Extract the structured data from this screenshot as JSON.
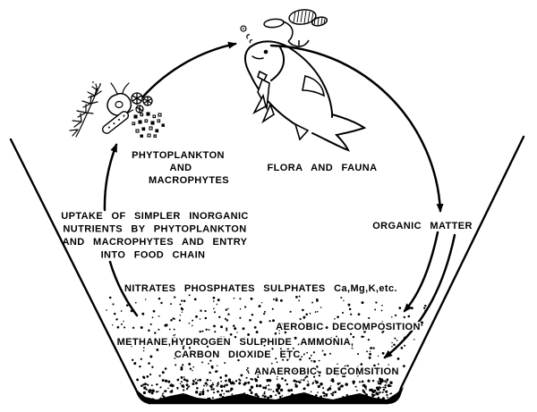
{
  "figure": {
    "kind": "pond-nutrient-cycle-diagram",
    "colors": {
      "ink": "#000000",
      "paper": "#ffffff"
    }
  },
  "labels": {
    "phytoplankton_line1": "PHYTOPLANKTON",
    "phytoplankton_line2": "AND",
    "phytoplankton_line3": "MACROPHYTES",
    "flora_fauna": "FLORA AND FAUNA",
    "uptake_line1": "UPTAKE OF SIMPLER INORGANIC",
    "uptake_line2": "NUTRIENTS BY PHYTOPLANKTON",
    "uptake_line3": "AND MACROPHYTES AND ENTRY",
    "uptake_line4": "INTO FOOD CHAIN",
    "organic_matter": "ORGANIC MATTER",
    "nutrients": "NITRATES PHOSPHATES SULPHATES Ca,Mg,K,etc.",
    "aerobic": "AEROBIC DECOMPOSITION",
    "gases_line1": "METHANE,HYDROGEN SULPHIDE AMMONIA,",
    "gases_line2": "CARBON DIOXIDE ETC.",
    "anaerobic": "ANAEROBIC DECOMSITION"
  },
  "figures": {
    "duck": "duck-icon",
    "fish": "fish-icon",
    "bubbles": "bubbles-icon",
    "plankton_cluster": "phytoplankton-cluster-icon"
  }
}
